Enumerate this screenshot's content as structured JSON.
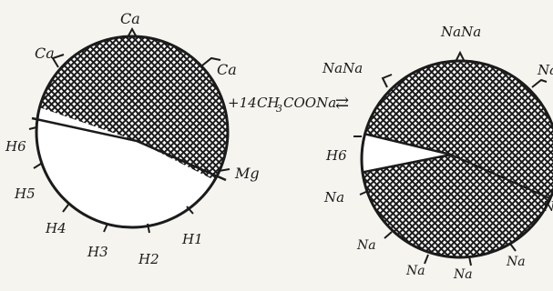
{
  "left_circle": {
    "top": "Ca",
    "upper_left": "Ca",
    "upper_right": "Ca",
    "right": "Mg",
    "hydrogen_labels": [
      "H6",
      "H5",
      "H4",
      "H3",
      "H2",
      "H1"
    ]
  },
  "reaction": {
    "coefficient": "+14",
    "formula_prefix": "CH",
    "formula_sub": "3",
    "formula_suffix": "COONa",
    "equilibrium_symbol": "⇄"
  },
  "right_circle": {
    "top": "NaNa",
    "upper_left": "NaNa",
    "upper_right": "Na",
    "left_h": "H6",
    "left_na": "Na",
    "right_edge": "N",
    "bottom_labels": [
      "Na",
      "Na",
      "Na",
      "Na"
    ]
  },
  "colors": {
    "ink": "#1b1b1b",
    "paper": "#f6f4ef"
  }
}
